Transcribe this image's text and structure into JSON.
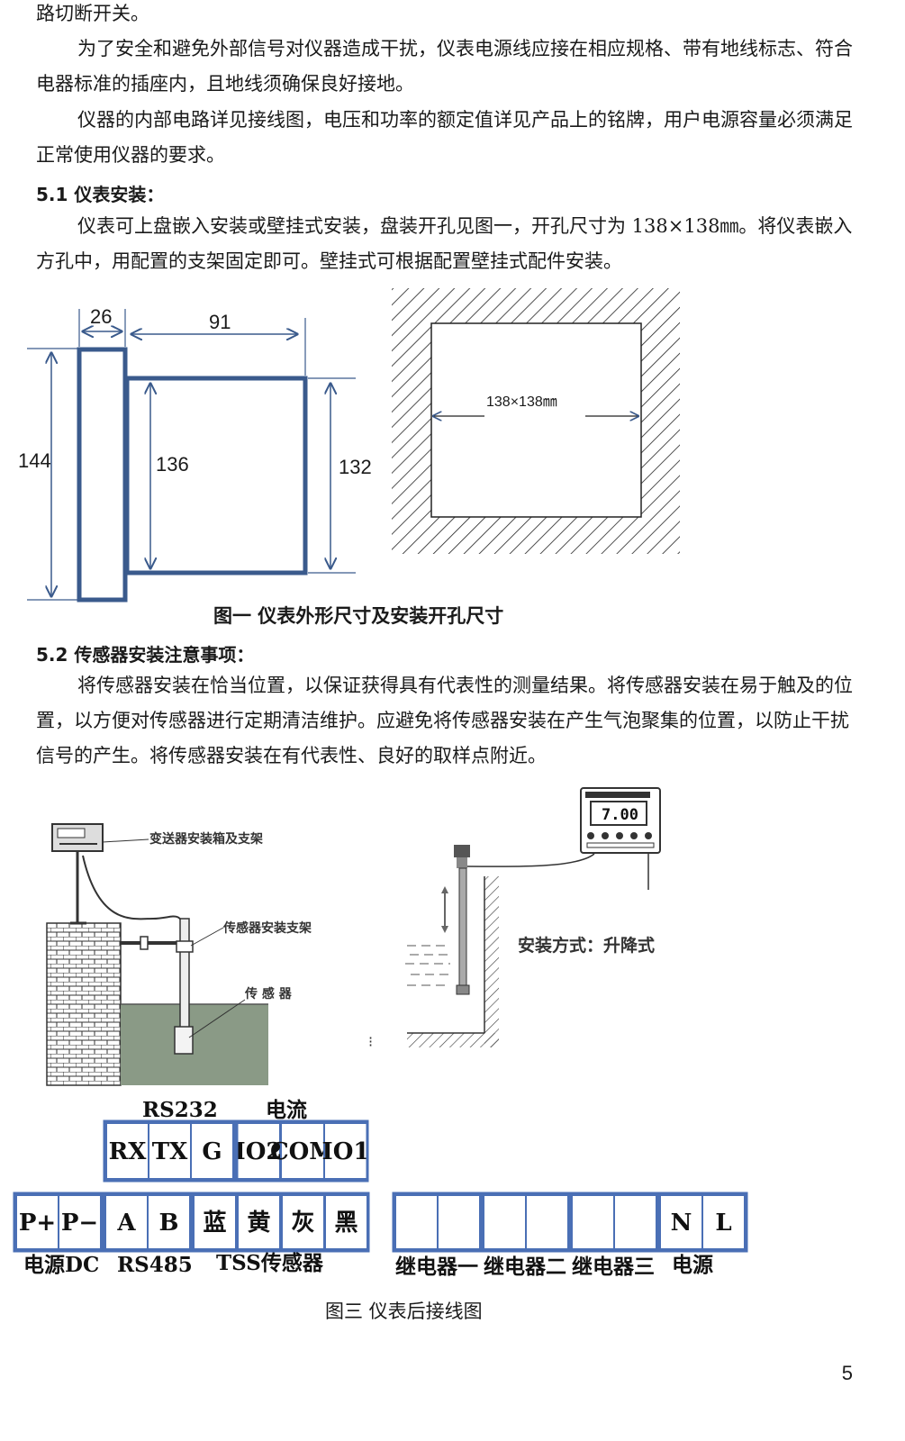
{
  "paragraphs": {
    "p0": "路切断开关。",
    "p1": "为了安全和避免外部信号对仪器造成干扰，仪表电源线应接在相应规格、带有地线标志、符合电器标准的插座内，且地线须确保良好接地。",
    "p2": "仪器的内部电路详见接线图，电压和功率的额定值详见产品上的铭牌，用户电源容量必须满足正常使用仪器的要求。",
    "h51": "5.1 仪表安装：",
    "p3": "仪表可上盘嵌入安装或壁挂式安装，盘装开孔见图一，开孔尺寸为 138×138㎜。将仪表嵌入方孔中，用配置的支架固定即可。壁挂式可根据配置壁挂式配件安装。",
    "h52": "5.2 传感器安装注意事项：",
    "p4": "将传感器安装在恰当位置，以保证获得具有代表性的测量结果。将传感器安装在易于触及的位置，以方便对传感器进行定期清洁维护。应避免将传感器安装在产生气泡聚集的位置，以防止干扰信号的产生。将传感器安装在有代表性、良好的取样点附近。"
  },
  "figure1": {
    "dims": {
      "d26": "26",
      "d91": "91",
      "d144": "144",
      "d136": "136",
      "d132": "132"
    },
    "cutout": "138×138㎜",
    "caption": "图一  仪表外形尺寸及安装开孔尺寸"
  },
  "figure2": {
    "label_box": "变送器安装箱及支架",
    "label_bracket": "传感器安装支架",
    "label_sensor": "传 感 器",
    "display_value": "7.00",
    "install_mode": "安装方式：升降式"
  },
  "figure3": {
    "top_groups": {
      "rs232": "RS232",
      "current": "电流"
    },
    "top_terminals": [
      "RX",
      "TX",
      "G",
      "IO2",
      "COM",
      "IO1"
    ],
    "bottom_terminals": [
      "P+",
      "P−",
      "A",
      "B",
      "蓝",
      "黄",
      "灰",
      "黑",
      "",
      "",
      "",
      "",
      "",
      "",
      "N",
      "L"
    ],
    "bottom_groups": {
      "power_dc": "电源DC",
      "rs485": "RS485",
      "tss": "TSS传感器",
      "relay1": "继电器一",
      "relay2": "继电器二",
      "relay3": "继电器三",
      "power": "电源"
    },
    "caption": "图三  仪表后接线图"
  },
  "page_number": "5",
  "colors": {
    "diagram_blue": "#3a5a8c",
    "terminal_border": "#4a6fb5",
    "water": "#8a9a86"
  }
}
